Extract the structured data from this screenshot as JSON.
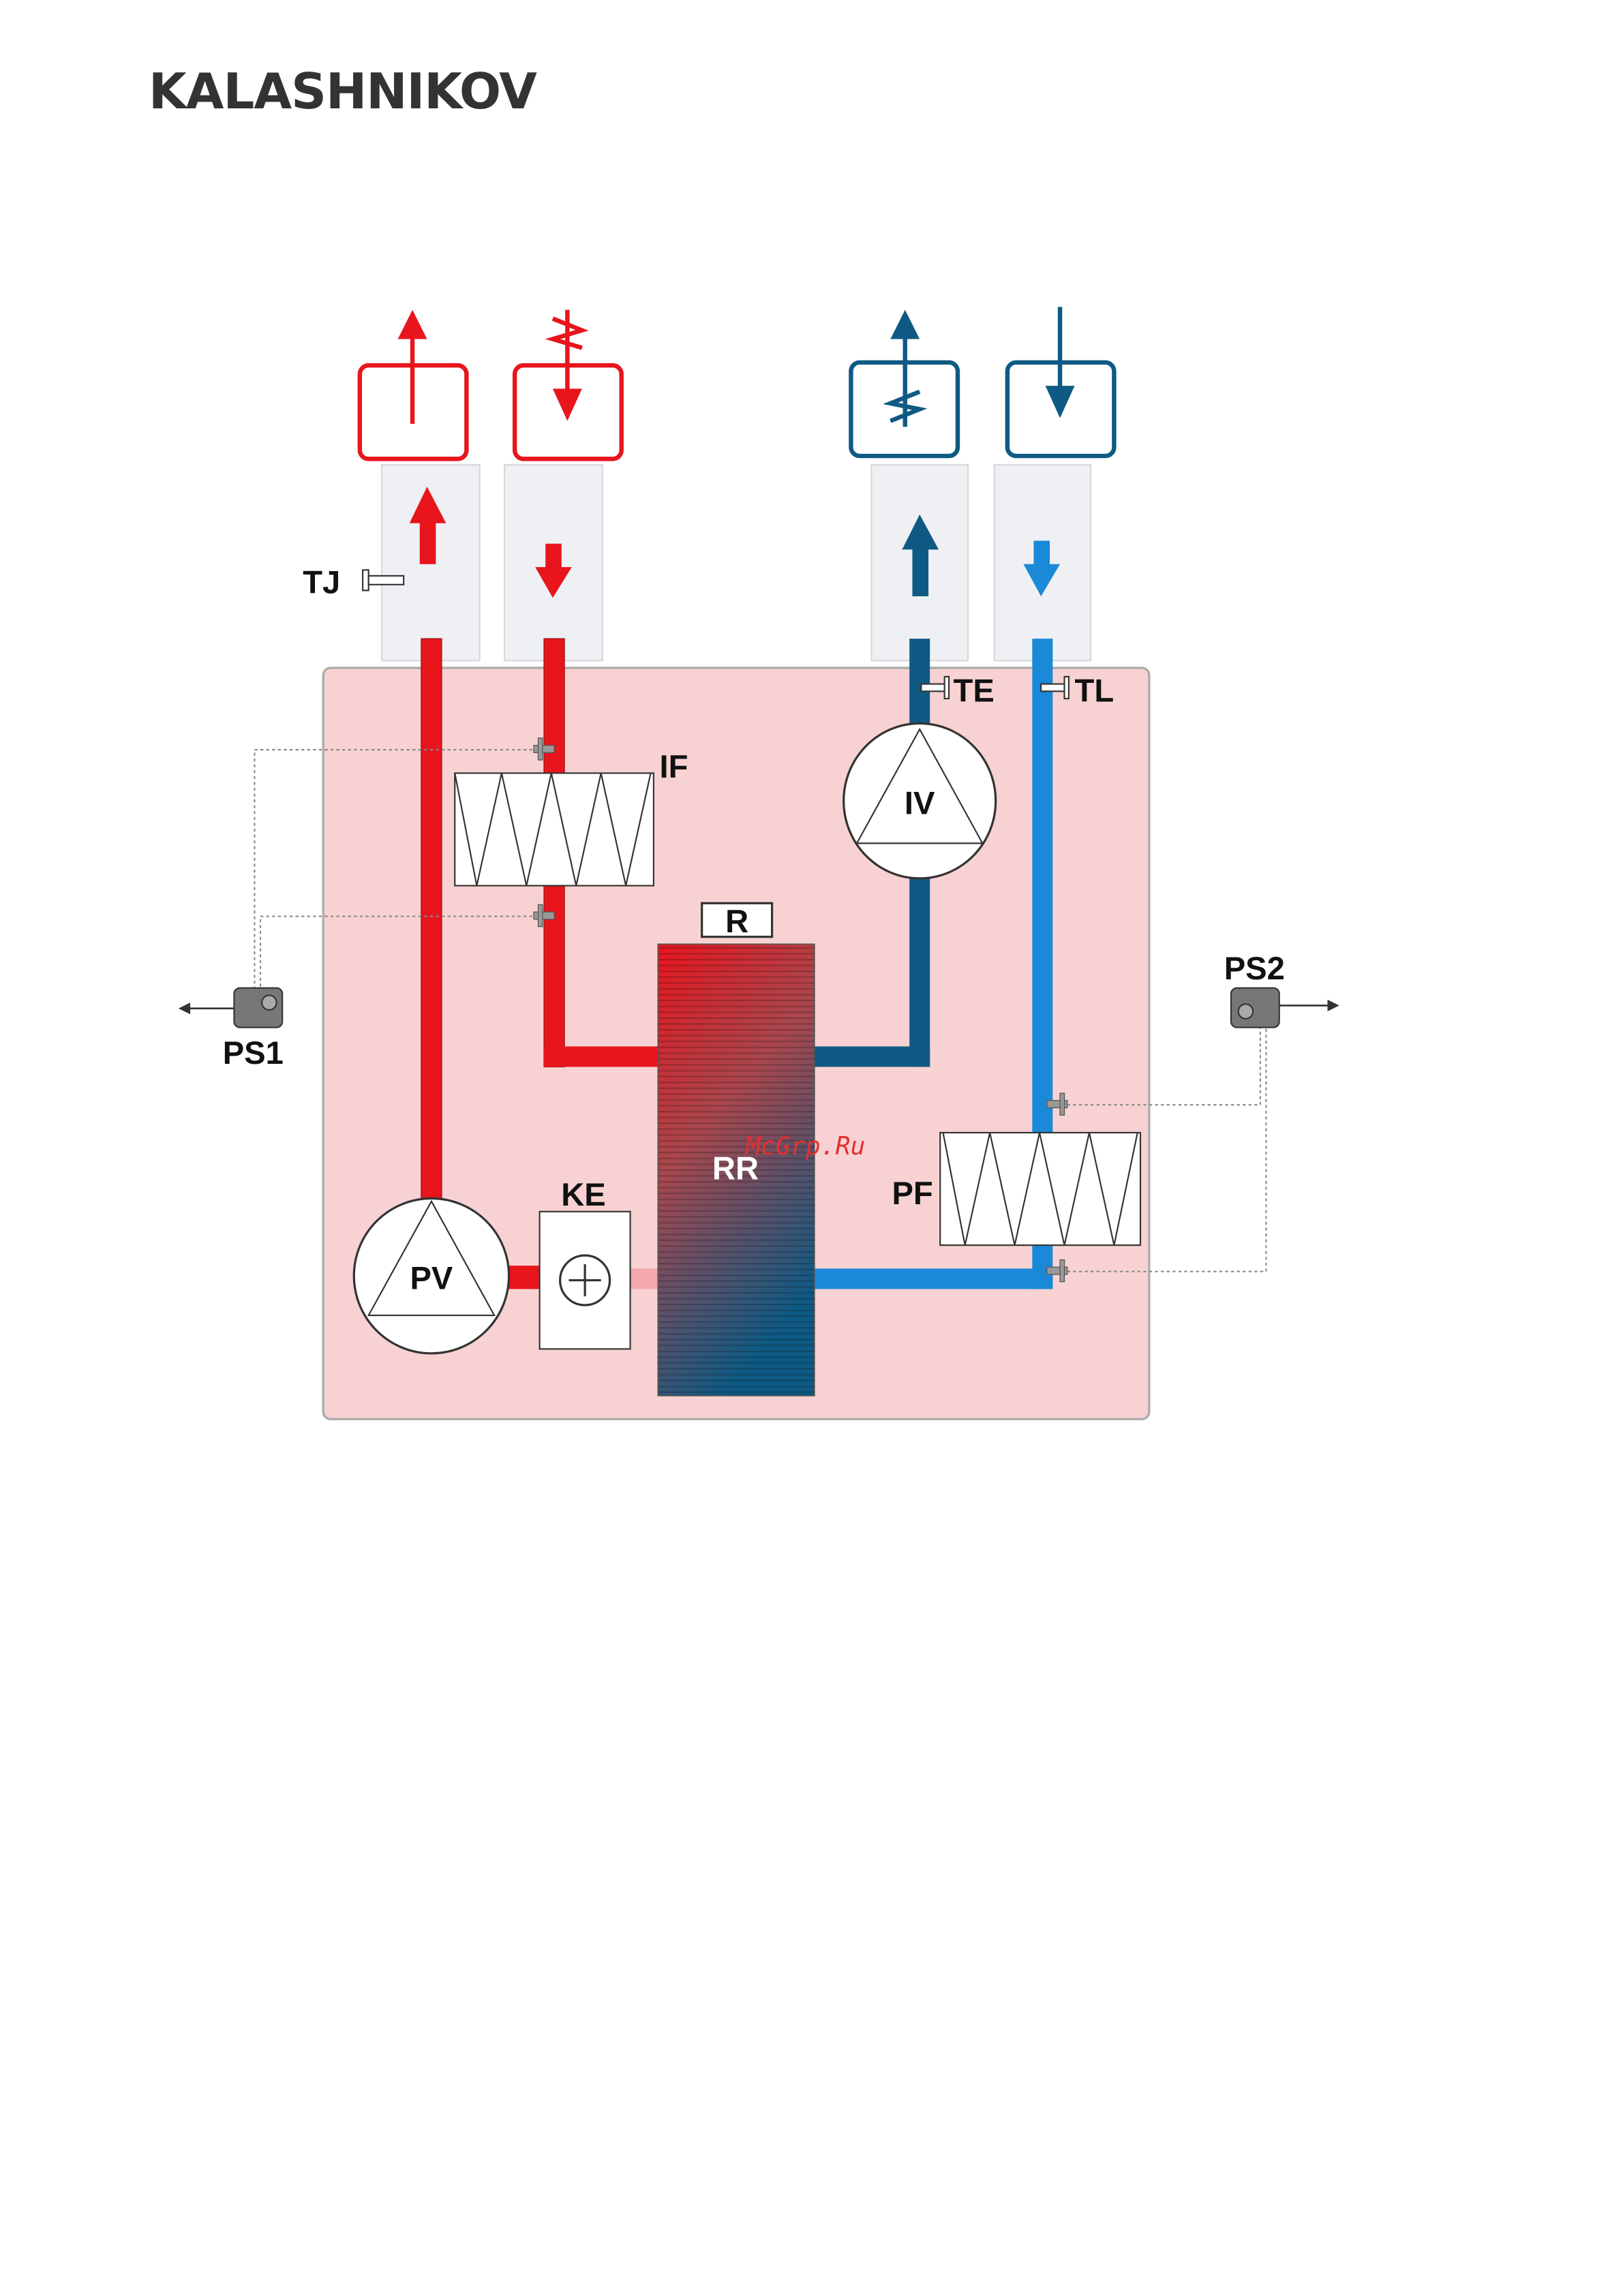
{
  "header": {
    "logo": "KALASHNIKOV"
  },
  "diagram": {
    "labels": {
      "tj": "TJ",
      "te": "TE",
      "tl": "TL",
      "if": "IF",
      "iv": "IV",
      "r": "R",
      "rr": "RR",
      "ps1": "PS1",
      "ps2": "PS2",
      "pf": "PF",
      "ke": "KE",
      "pv": "PV"
    },
    "watermark": "McGrp.Ru",
    "colors": {
      "hot": "#e8151d",
      "cold_dark": "#0f5a84",
      "cold_light": "#1a8ad8",
      "unit_bg": "#f8d2d2",
      "duct": "#eef0f3"
    }
  }
}
